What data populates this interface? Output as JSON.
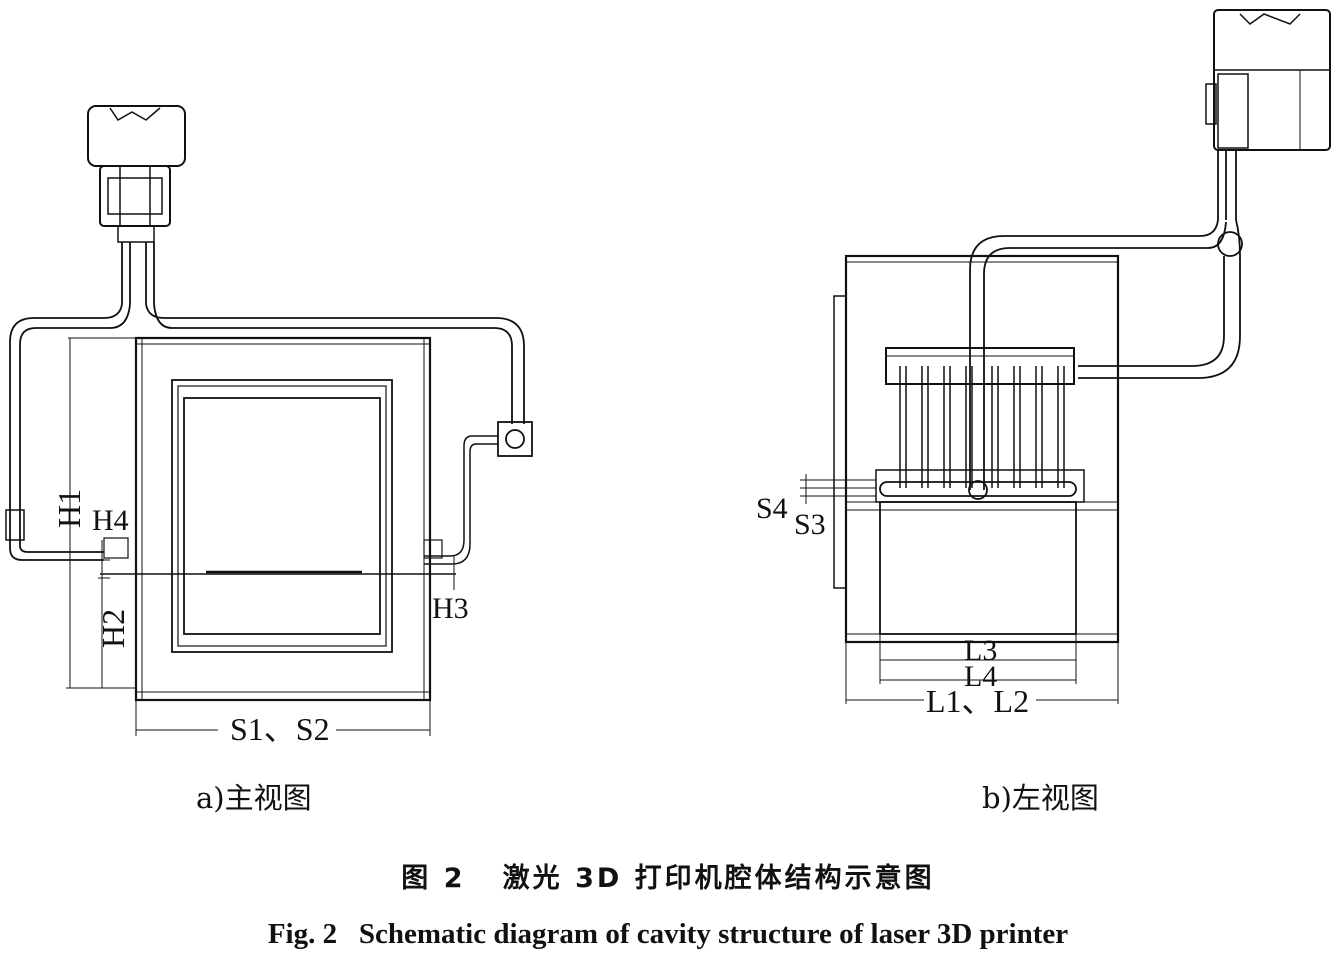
{
  "front_view": {
    "labels": {
      "h1": "H1",
      "h2": "H2",
      "h3": "H3",
      "h4": "H4",
      "s": "S1、S2"
    },
    "subcaption": "a)主视图"
  },
  "left_view": {
    "labels": {
      "s3": "S3",
      "s4": "S4",
      "l3": "L3",
      "l4": "L4",
      "l": "L1、L2"
    },
    "subcaption": "b)左视图"
  },
  "caption": {
    "cn": "图 2   激光 3D 打印机腔体结构示意图",
    "en": "Fig. 2   Schematic diagram of cavity structure of laser 3D printer"
  },
  "colors": {
    "line": "#111111",
    "paper": "#ffffff"
  }
}
